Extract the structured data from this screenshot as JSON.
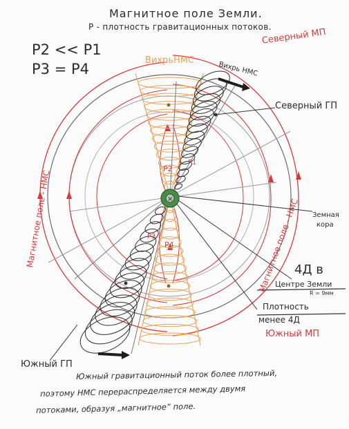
{
  "title": "Магнитное поле Земли.",
  "subtitle": "Р - плотность гравитационных потоков.",
  "formula_1": "Р2 << Р1",
  "formula_2": "Р3 = Р4",
  "labels": {
    "vortex_top": "ВихрьНМС",
    "vortex_flow": "Вихрь НМС",
    "north_mp": "Северный МП",
    "north_gp": "Северный ГП",
    "left_field": "Магнитное поле - НМС",
    "right_field": "Магнитное поле - НМС",
    "crust_line1": "Земная",
    "crust_line2": "кора",
    "center_value": "4Д в",
    "center_caption": "Центре Земли",
    "radius": "R = 9мм",
    "density_line1": "Плотность",
    "density_line2": "менее 4Д",
    "south_mp": "Южный МП",
    "south_gp": "Южный ГП",
    "p1": "Р1",
    "p2": "Р2",
    "p3": "Р3",
    "p4": "Р4",
    "center_mark": "×"
  },
  "caption": [
    "Южный гравитационный поток более плотный,",
    "поэтому НМС перераспределяется между двумя",
    "потоками, образуя „магнитное” поле."
  ],
  "colors": {
    "ink": "#2b2b2b",
    "red": "#d83a3a",
    "orange": "#e8a25a",
    "core": "#4a8a4a",
    "grey": "#9a9a9a"
  }
}
